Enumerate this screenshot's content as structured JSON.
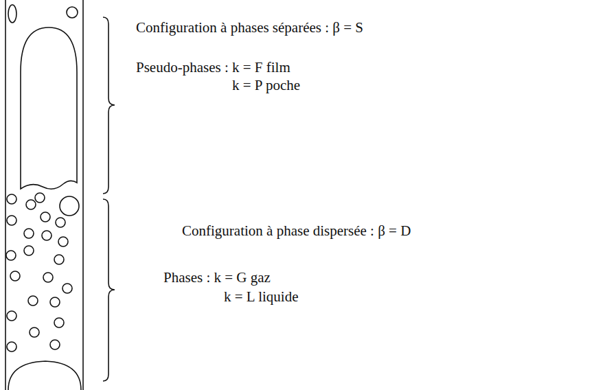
{
  "diagram": {
    "labels": [
      "Configuration à phases séparées : β = S",
      "Pseudo-phases : k = F film",
      "k = P poche",
      "Configuration à phase dispersée : β = D",
      "Phases : k = G gaz",
      "k = L liquide"
    ]
  }
}
